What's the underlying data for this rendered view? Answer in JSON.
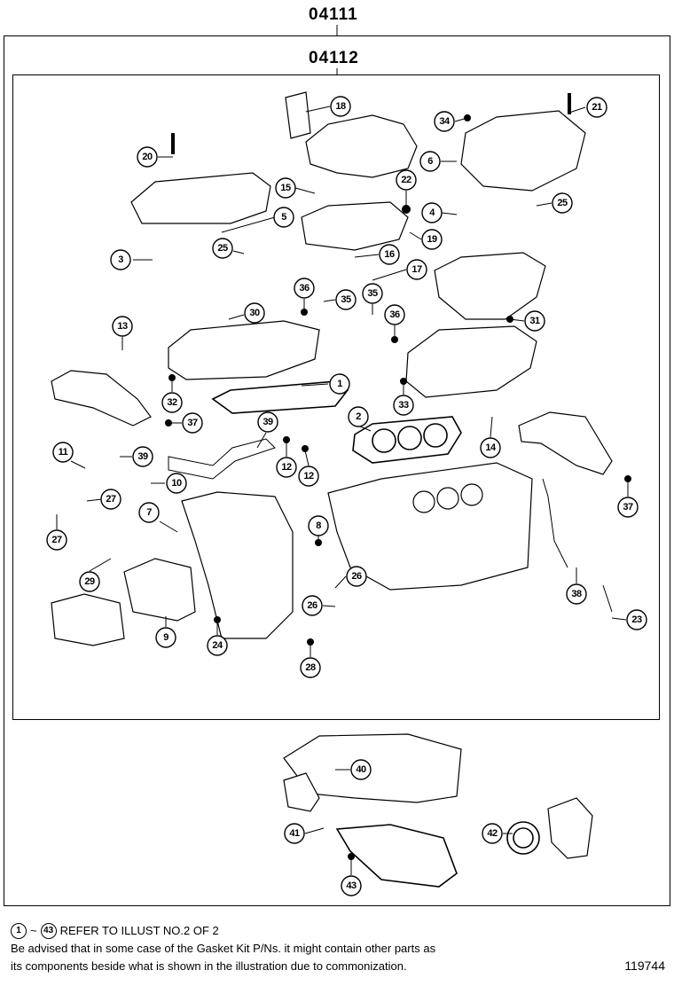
{
  "header": {
    "outer_code": "04111",
    "inner_code": "04112"
  },
  "callouts": [
    {
      "n": "1"
    },
    {
      "n": "2"
    },
    {
      "n": "3"
    },
    {
      "n": "4"
    },
    {
      "n": "5"
    },
    {
      "n": "6"
    },
    {
      "n": "7"
    },
    {
      "n": "8"
    },
    {
      "n": "9"
    },
    {
      "n": "10"
    },
    {
      "n": "11"
    },
    {
      "n": "12"
    },
    {
      "n": "12"
    },
    {
      "n": "13"
    },
    {
      "n": "14"
    },
    {
      "n": "15"
    },
    {
      "n": "16"
    },
    {
      "n": "17"
    },
    {
      "n": "18"
    },
    {
      "n": "19"
    },
    {
      "n": "20"
    },
    {
      "n": "21"
    },
    {
      "n": "22"
    },
    {
      "n": "23"
    },
    {
      "n": "24"
    },
    {
      "n": "25"
    },
    {
      "n": "25"
    },
    {
      "n": "26"
    },
    {
      "n": "26"
    },
    {
      "n": "27"
    },
    {
      "n": "27"
    },
    {
      "n": "28"
    },
    {
      "n": "29"
    },
    {
      "n": "30"
    },
    {
      "n": "31"
    },
    {
      "n": "32"
    },
    {
      "n": "33"
    },
    {
      "n": "34"
    },
    {
      "n": "35"
    },
    {
      "n": "35"
    },
    {
      "n": "36"
    },
    {
      "n": "36"
    },
    {
      "n": "37"
    },
    {
      "n": "37"
    },
    {
      "n": "38"
    },
    {
      "n": "39"
    },
    {
      "n": "39"
    },
    {
      "n": "40"
    },
    {
      "n": "41"
    },
    {
      "n": "42"
    },
    {
      "n": "43"
    }
  ],
  "footer": {
    "ref_from": "1",
    "ref_sep": "~",
    "ref_to": "43",
    "ref_text": "REFER TO ILLUST NO.2 OF 2",
    "advisory_line1": "Be advised that in some case of the Gasket Kit P/Ns.  it might contain other parts as",
    "advisory_line2": "its components beside what is shown in the illustration due to commonization.",
    "illustration_number": "119744"
  }
}
